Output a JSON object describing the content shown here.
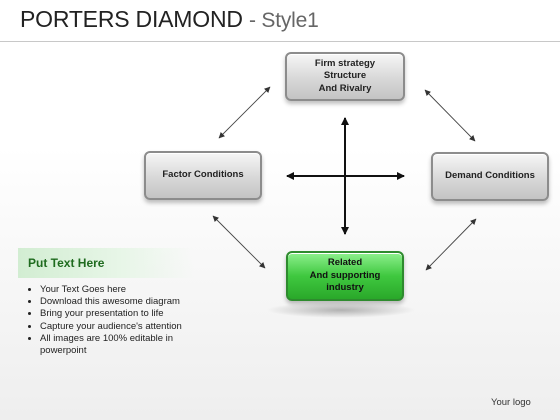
{
  "header": {
    "title": "PORTERS DIAMOND",
    "subtitle": "- Style1"
  },
  "diagram": {
    "top_box": "Firm strategy\nStructure\nAnd Rivalry",
    "left_box": "Factor Conditions",
    "right_box": "Demand Conditions",
    "bottom_box": "Related\nAnd supporting\nindustry"
  },
  "panel": {
    "title": "Put Text Here",
    "items": [
      "Your Text Goes here",
      "Download this awesome diagram",
      "Bring your presentation to life",
      "Capture your audience's attention",
      "All images are 100% editable in powerpoint"
    ]
  },
  "footer": {
    "logo": "Your logo"
  },
  "colors": {
    "green_box": "#3fc83f",
    "panel_heading": "#1f6b1f",
    "box_gray": "#d8d8d8"
  }
}
